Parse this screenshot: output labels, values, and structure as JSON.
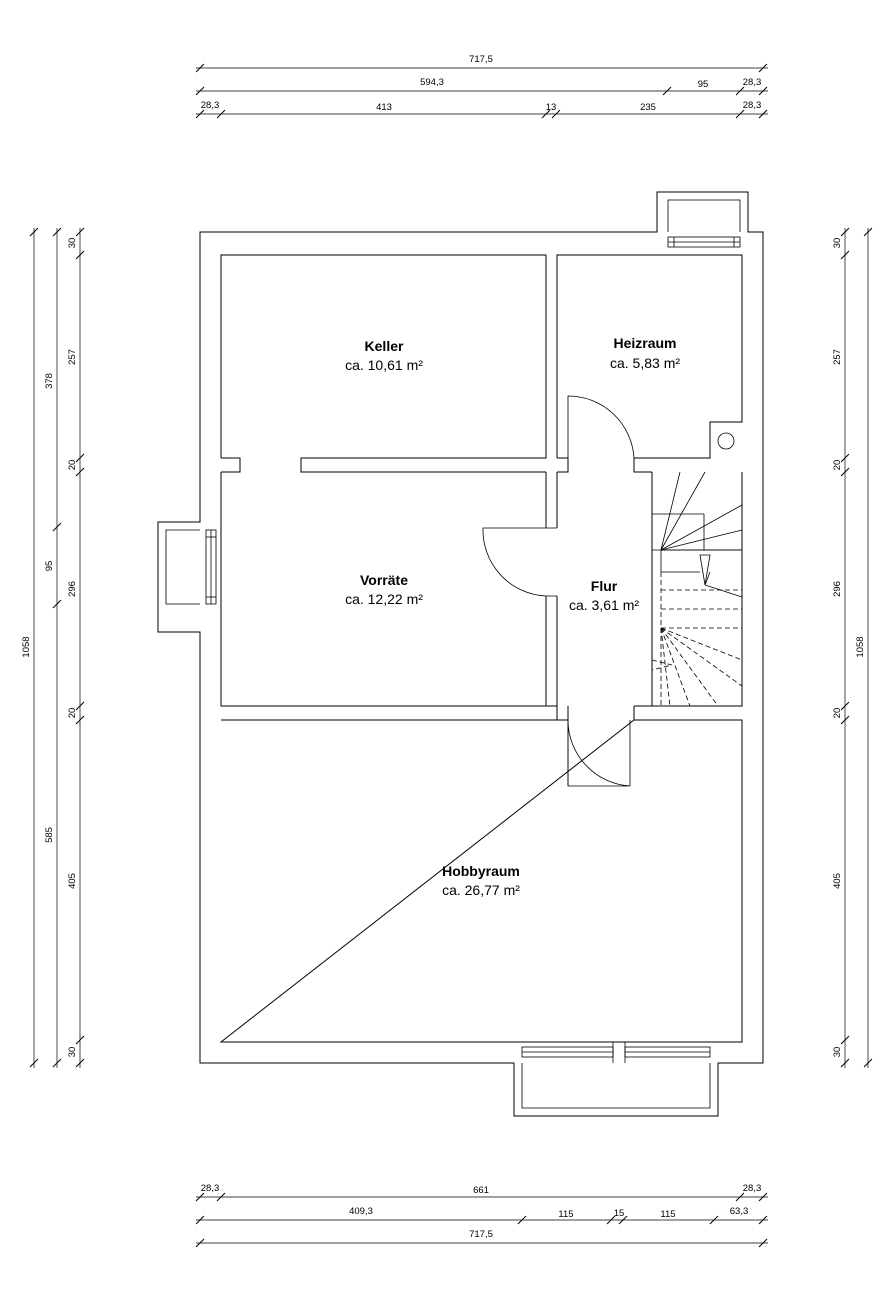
{
  "rooms": {
    "keller": {
      "name": "Keller",
      "area": "ca. 10,61 m²"
    },
    "heizraum": {
      "name": "Heizraum",
      "area": "ca. 5,83 m²"
    },
    "vorraete": {
      "name": "Vorräte",
      "area": "ca. 12,22 m²"
    },
    "flur": {
      "name": "Flur",
      "area": "ca. 3,61 m²"
    },
    "hobbyraum": {
      "name": "Hobbyraum",
      "area": "ca. 26,77 m²"
    }
  },
  "dimensions": {
    "top": {
      "row1": [
        "717,5"
      ],
      "row2": [
        "594,3",
        "95",
        "28,3"
      ],
      "row3": [
        "28,3",
        "413",
        "13",
        "235",
        "28,3"
      ]
    },
    "bottom": {
      "row1": [
        "28,3",
        "661",
        "28,3"
      ],
      "row2": [
        "409,3",
        "115",
        "15",
        "115",
        "63,3"
      ],
      "row3": [
        "717,5"
      ]
    },
    "left": {
      "outer": [
        "1058"
      ],
      "middle": [
        "378",
        "95",
        "585"
      ],
      "inner": [
        "30",
        "257",
        "20",
        "296",
        "20",
        "405",
        "30"
      ]
    },
    "right": {
      "inner": [
        "30",
        "257",
        "20",
        "296",
        "20",
        "405",
        "30"
      ],
      "outer": [
        "1058"
      ]
    }
  }
}
